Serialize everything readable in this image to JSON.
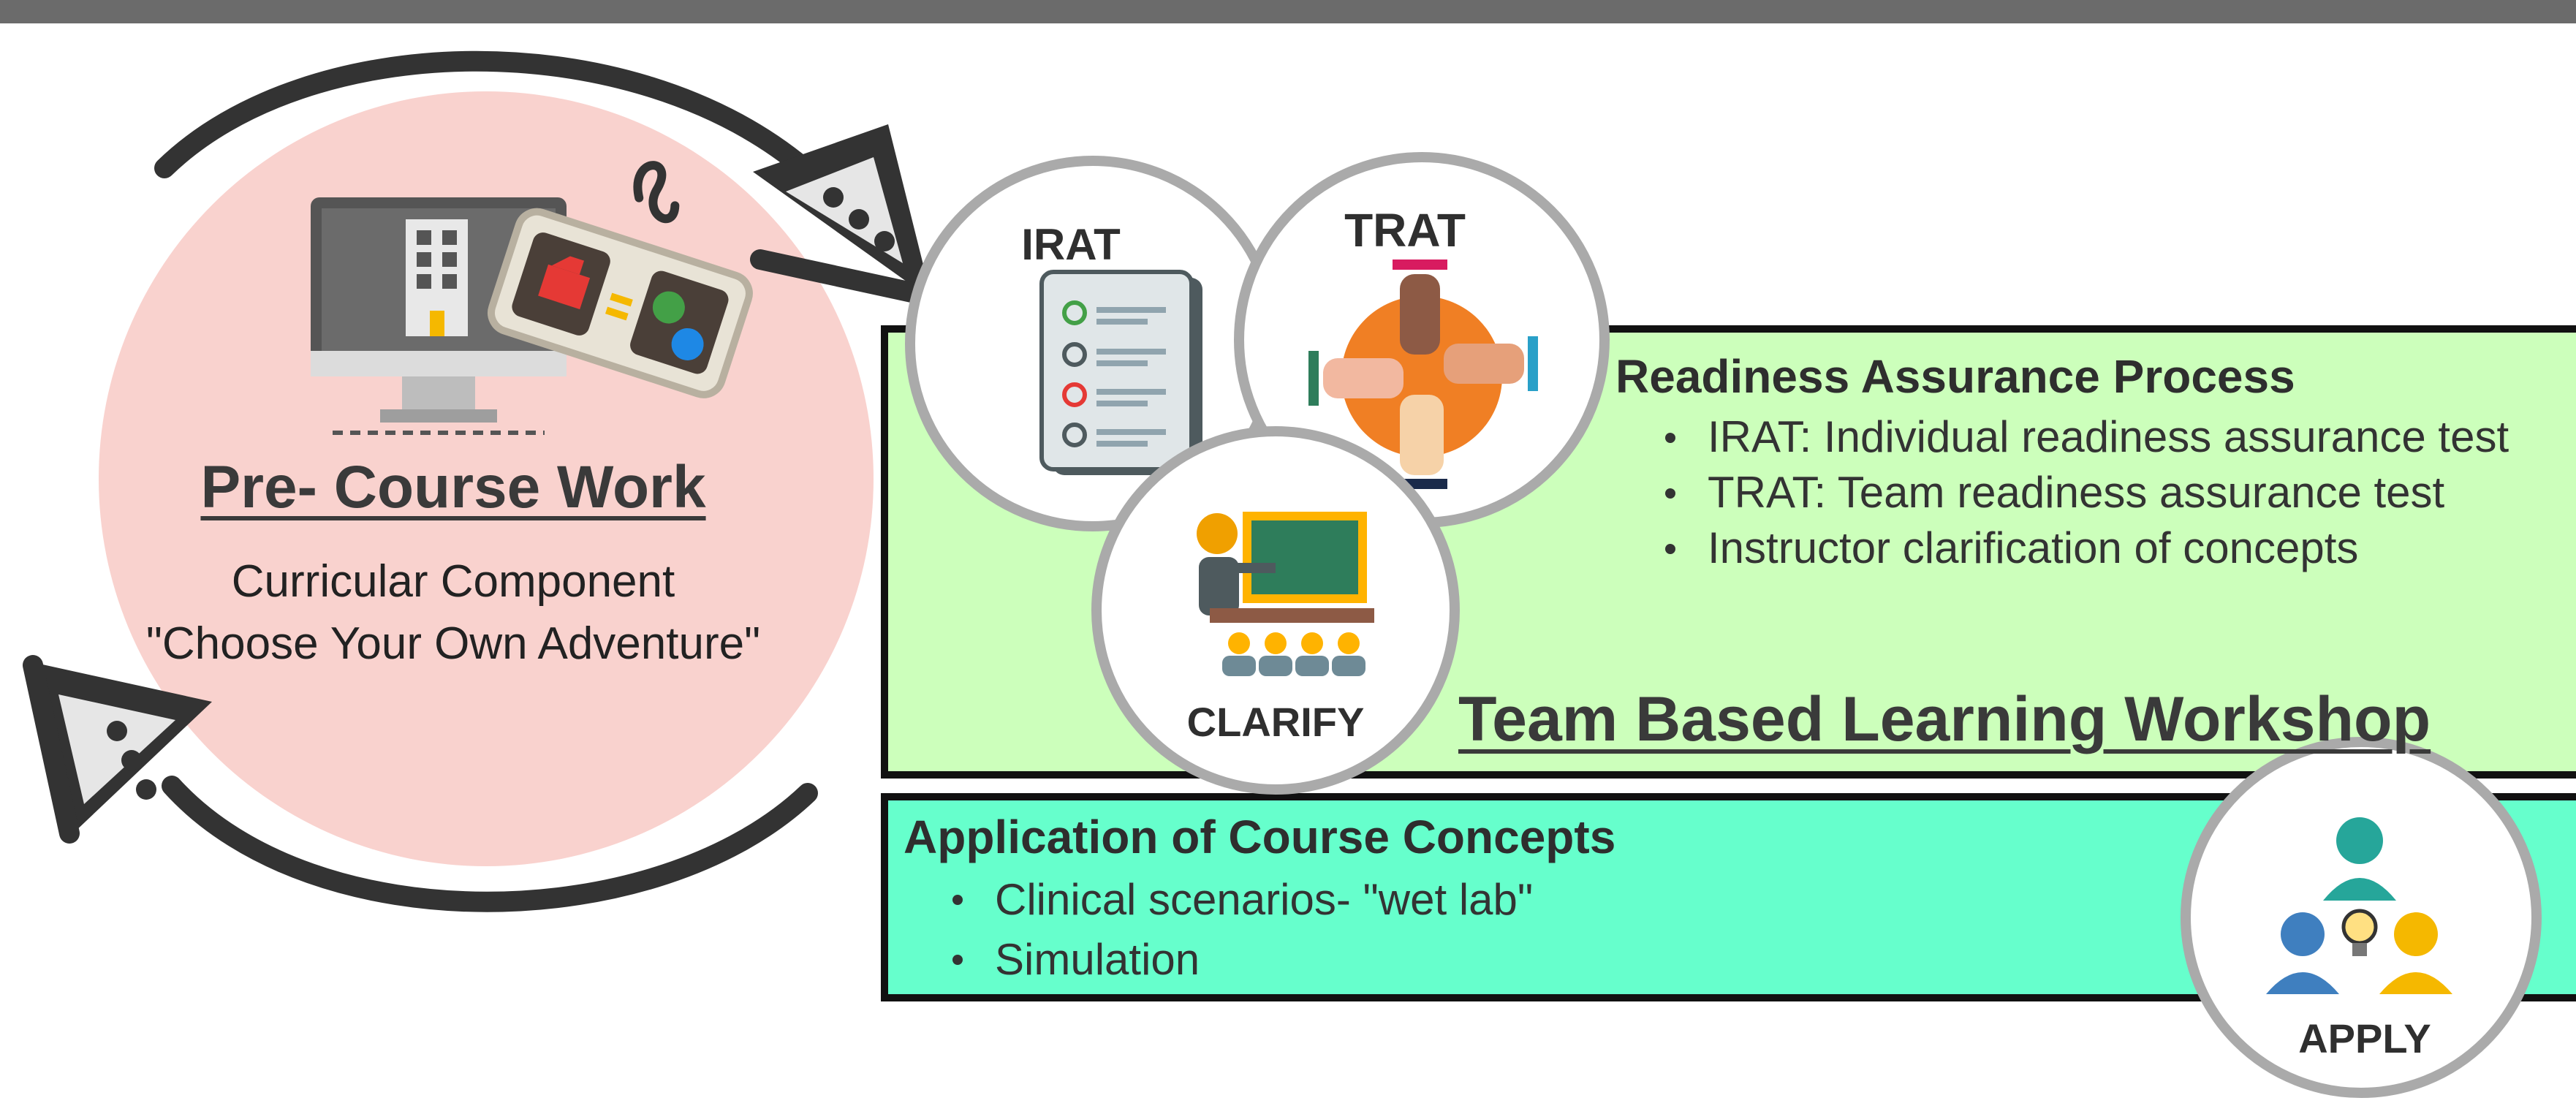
{
  "pre_course": {
    "title": "Pre- Course Work",
    "line1": "Curricular Component",
    "line2": "\"Choose Your Own Adventure\""
  },
  "icons": {
    "irat": "IRAT",
    "trat": "TRAT",
    "clarify": "CLARIFY",
    "apply": "APPLY"
  },
  "readiness": {
    "title": "Readiness Assurance Process",
    "items": [
      "IRAT: Individual readiness assurance test",
      "TRAT: Team readiness assurance test",
      "Instructor clarification of concepts"
    ]
  },
  "workshop": {
    "title": "Team Based Learning Workshop"
  },
  "application": {
    "title": "Application of Course Concepts",
    "items": [
      "Clinical scenarios- \"wet lab\"",
      "Simulation"
    ]
  },
  "colors": {
    "pre_course_circle": "#f9d2ce",
    "readiness_panel": "#ccffbb",
    "application_panel": "#66ffcc",
    "circle_border": "#aaaaaa",
    "arrow": "#3a3a3a"
  }
}
